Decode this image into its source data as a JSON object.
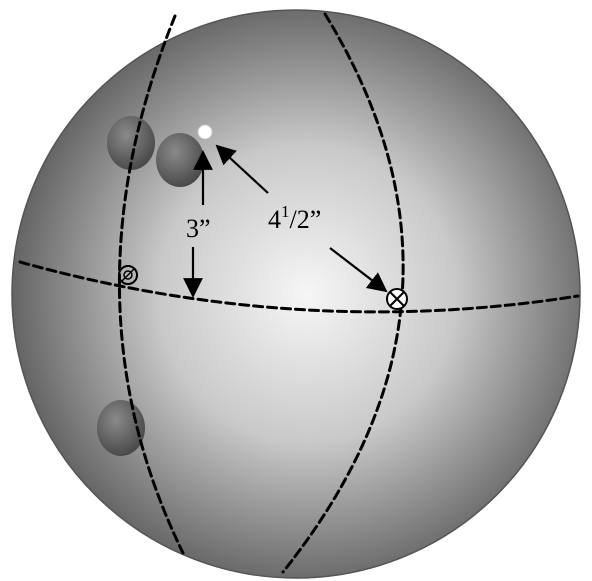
{
  "labels": {
    "vertical_distance": "3”",
    "diagonal_base": "4",
    "diagonal_num": "1",
    "diagonal_den": "/2”"
  },
  "colors": {
    "ball_light": "#f4f4f4",
    "ball_dark": "#4a4a4a",
    "hole": "#6a6a6a",
    "lines": "#000000"
  },
  "icons": {
    "pin_marker": "circled-x",
    "logo_marker": "circled-logo",
    "pap_dot": "white-dot"
  }
}
